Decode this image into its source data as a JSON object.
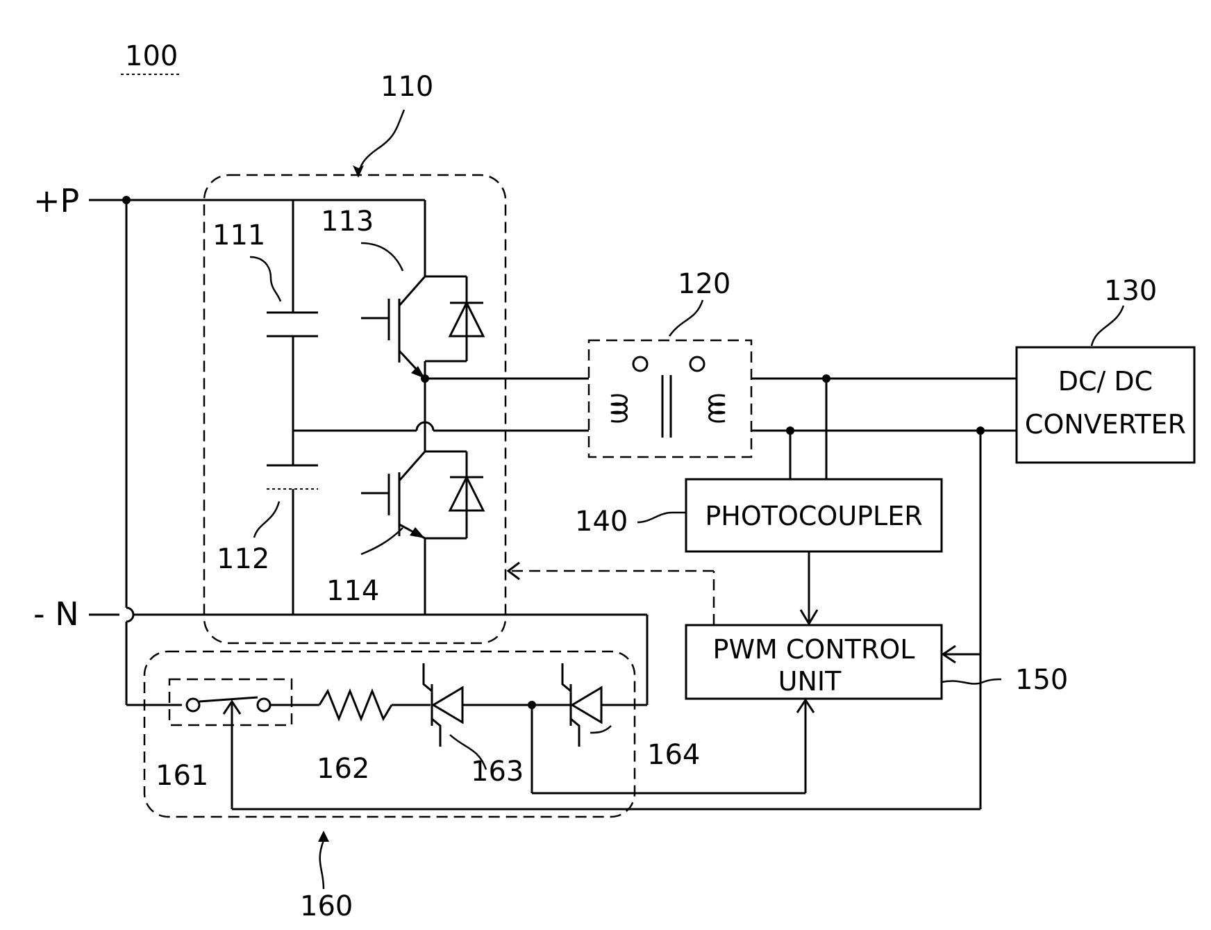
{
  "figure_ref": "100",
  "terminals": {
    "positive": "+P",
    "negative": "- N"
  },
  "refs": {
    "r110": "110",
    "r111": "111",
    "r112": "112",
    "r113": "113",
    "r114": "114",
    "r120": "120",
    "r130": "130",
    "r140": "140",
    "r150": "150",
    "r160": "160",
    "r161": "161",
    "r162": "162",
    "r163": "163",
    "r164": "164"
  },
  "blocks": {
    "dcdc_line1": "DC/ DC",
    "dcdc_line2": "CONVERTER",
    "photocoupler": "PHOTOCOUPLER",
    "pwm_line1": "PWM CONTROL",
    "pwm_line2": "UNIT"
  }
}
